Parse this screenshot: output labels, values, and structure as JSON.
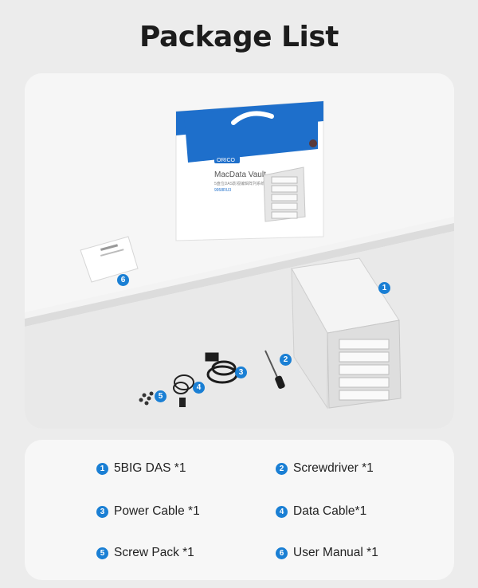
{
  "page": {
    "title": "Package List"
  },
  "box": {
    "brand": "ORICO",
    "product": "MacData Vault",
    "subtitle": "5盘位DAS影视编辑阵列系统",
    "model": "9958RU3"
  },
  "callouts": [
    "1",
    "2",
    "3",
    "4",
    "5",
    "6"
  ],
  "items": [
    {
      "num": "1",
      "label": "5BIG DAS *1"
    },
    {
      "num": "2",
      "label": "Screwdriver *1"
    },
    {
      "num": "3",
      "label": "Power Cable *1"
    },
    {
      "num": "4",
      "label": "Data Cable*1"
    },
    {
      "num": "5",
      "label": "Screw Pack *1"
    },
    {
      "num": "6",
      "label": "User Manual *1"
    }
  ],
  "colors": {
    "accent": "#1a7fd4",
    "box_blue": "#1e6fcb"
  }
}
